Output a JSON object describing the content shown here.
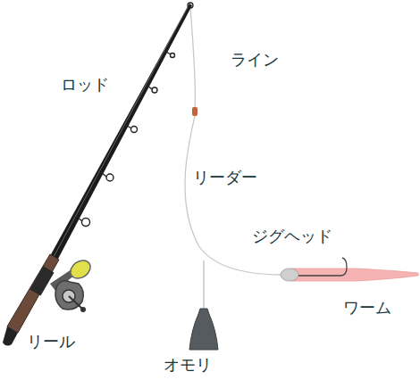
{
  "diagram": {
    "labels": [
      "ロッド",
      "ライン",
      "リーダー",
      "ジグヘッド",
      "ワーム",
      "リール",
      "オモリ"
    ]
  }
}
